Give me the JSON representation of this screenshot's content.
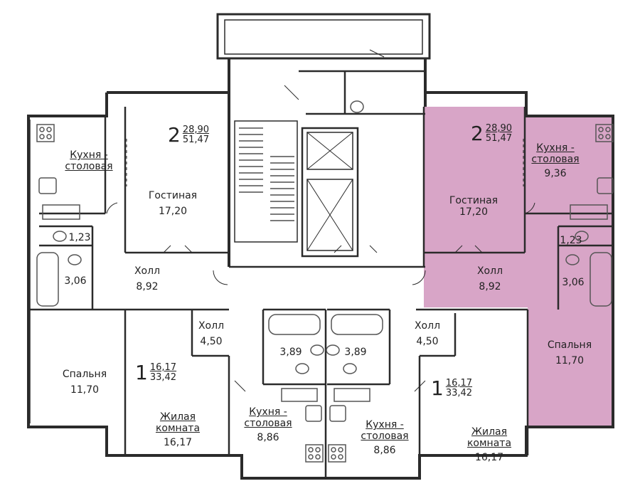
{
  "colors": {
    "highlight": "#d8a5c7",
    "wall": "#2b2b2b",
    "fixture": "#555555"
  },
  "units": {
    "left_2": {
      "rooms": "2",
      "living_area": "28,90",
      "total_area": "51,47"
    },
    "right_2": {
      "rooms": "2",
      "living_area": "28,90",
      "total_area": "51,47"
    },
    "left_1": {
      "rooms": "1",
      "living_area": "16,17",
      "total_area": "33,42"
    },
    "right_1": {
      "rooms": "1",
      "living_area": "16,17",
      "total_area": "33,42"
    }
  },
  "rooms": {
    "l2_kitchen": {
      "line1": "Кухня -",
      "line2": "столовая"
    },
    "l2_living": {
      "name": "Гостиная",
      "area": "17,20"
    },
    "l2_wc": {
      "area": "1,23"
    },
    "l2_bath": {
      "area": "3,06"
    },
    "l2_hall": {
      "name": "Холл",
      "area": "8,92"
    },
    "l2_bedroom": {
      "name": "Спальня",
      "area": "11,70"
    },
    "r2_kitchen": {
      "line1": "Кухня -",
      "line2": "столовая",
      "area": "9,36"
    },
    "r2_living": {
      "name": "Гостиная",
      "area": "17,20"
    },
    "r2_wc": {
      "area": "1,23"
    },
    "r2_bath": {
      "area": "3,06"
    },
    "r2_hall": {
      "name": "Холл",
      "area": "8,92"
    },
    "r2_bedroom": {
      "name": "Спальня",
      "area": "11,70"
    },
    "l1_hall": {
      "name": "Холл",
      "area": "4,50"
    },
    "l1_bath": {
      "area": "3,89"
    },
    "l1_living": {
      "line1": "Жилая",
      "line2": "комната",
      "area": "16,17"
    },
    "l1_kitchen": {
      "line1": "Кухня -",
      "line2": "столовая",
      "area": "8,86"
    },
    "r1_hall": {
      "name": "Холл",
      "area": "4,50"
    },
    "r1_bath": {
      "area": "3,89"
    },
    "r1_living": {
      "line1": "Жилая",
      "line2": "комната",
      "area": "16,17"
    },
    "r1_kitchen": {
      "line1": "Кухня -",
      "line2": "столовая",
      "area": "8,86"
    }
  }
}
